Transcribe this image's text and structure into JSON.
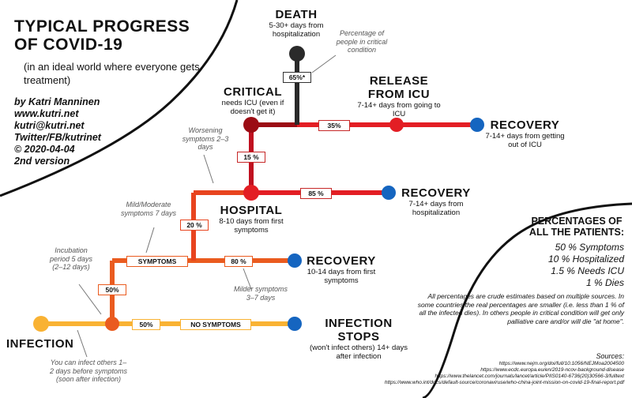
{
  "title": "TYPICAL PROGRESS OF COVID-19",
  "subtitle": "(in an ideal world where everyone gets treatment)",
  "author": [
    "by Katri Manninen",
    "www.kutri.net",
    "kutri@kutri.net",
    "Twitter/FB/kutrinet",
    "© 2020-04-04",
    "2nd version"
  ],
  "stages": {
    "death": {
      "head": "DEATH",
      "sub": "5-30+ days from hospitalization"
    },
    "critical": {
      "head": "CRITICAL",
      "sub": "needs ICU (even if doesn't get it)"
    },
    "release_icu": {
      "head": "RELEASE FROM ICU",
      "sub": "7-14+ days from going to ICU"
    },
    "recovery_icu": {
      "head": "RECOVERY",
      "sub": "7-14+ days from getting out of ICU"
    },
    "hospital": {
      "head": "HOSPITAL",
      "sub": "8-10 days from first symptoms"
    },
    "recovery_hospital": {
      "head": "RECOVERY",
      "sub": "7-14+ days from hospitalization"
    },
    "recovery_symptoms": {
      "head": "RECOVERY",
      "sub": "10-14 days from first symptoms"
    },
    "infection": {
      "head": "INFECTION"
    },
    "infection_stops": {
      "head": "INFECTION STOPS",
      "sub": "(won't infect others) 14+ days after infection"
    }
  },
  "labels": {
    "pct_65": "65%*",
    "pct_35": "35%",
    "pct_15": "15 %",
    "pct_85": "85 %",
    "pct_20": "20 %",
    "pct_80": "80 %",
    "pct_50a": "50%",
    "pct_50b": "50%",
    "symptoms": "SYMPTOMS",
    "no_symptoms": "NO SYMPTOMS"
  },
  "notes": {
    "critical_pct": "Percentage of people in critical condition",
    "worsening": "Worsening symptoms 2–3 days",
    "mild": "Mild/Moderate symptoms 7 days",
    "incubation": "Incubation period 5 days (2–12 days)",
    "milder": "Milder symptoms 3–7 days",
    "infect_others": "You can infect others 1–2 days before symptoms (soon after infection)"
  },
  "percentages": {
    "title": "PERCENTAGES OF ALL THE PATIENTS:",
    "items": [
      "50 % Symptoms",
      "10 % Hospitalized",
      "1.5 % Needs ICU",
      "1 % Dies"
    ]
  },
  "disclaimer": "All percentages are crude estimates based on multiple sources. In some countries the real percentages are smaller (i.e. less than 1 % of all the infected dies). In others people in critical condition will get only palliative care and/or will die \"at home\".",
  "sources_title": "Sources:",
  "sources": [
    "https://www.nejm.org/doi/full/10.1056/NEJMoa2004500",
    "https://www.ecdc.europa.eu/en/2019-ncov-background-disease",
    "https://www.thelancet.com/journals/lancet/article/PIIS0140-6736(20)30566-3/fulltext",
    "https://www.who.int/docs/default-source/coronaviruse/who-china-joint-mission-on-covid-19-final-report.pdf"
  ],
  "colors": {
    "yellow": "#f9b233",
    "orange": "#ea5b1f",
    "orange_red": "#e8441f",
    "red": "#e31e24",
    "dark_red": "#9b0c14",
    "black": "#2a2a2a",
    "blue": "#1565c0"
  }
}
